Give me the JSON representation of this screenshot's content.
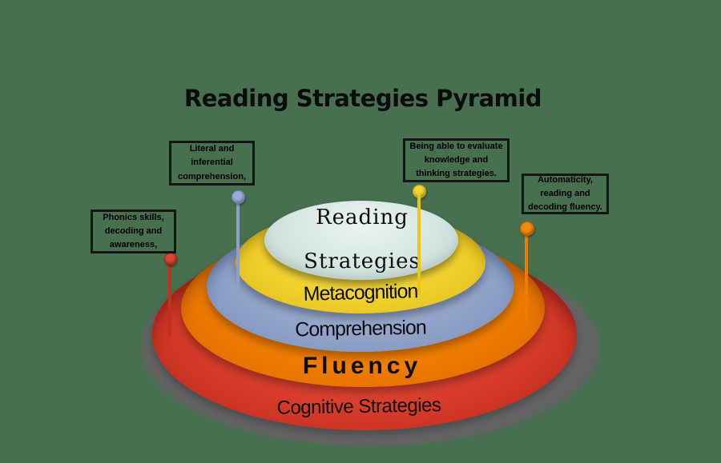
{
  "background_color": "#47704f",
  "title": "Reading Strategies Pyramid",
  "pyramid": {
    "shadow_color": "#686868",
    "layers": [
      {
        "id": "top",
        "label_line1": "Reading",
        "label_line2": "Strategies",
        "color": "#d5e6e2"
      },
      {
        "id": "metacognition",
        "label": "Metacognition",
        "color": "#f1d22e"
      },
      {
        "id": "comprehension",
        "label": "Comprehension",
        "color": "#93a6cb"
      },
      {
        "id": "fluency",
        "label": "Fluency",
        "color": "#f47f02"
      },
      {
        "id": "cognitive",
        "label": "Cognitive Strategies",
        "color": "#e04431"
      }
    ]
  },
  "callouts": [
    {
      "id": "phonics",
      "lines": [
        "Phonics skills,",
        "decoding and",
        "awareness,"
      ],
      "pin_color": "#e04431",
      "points_to": "cognitive"
    },
    {
      "id": "literal",
      "lines": [
        "Literal and",
        "inferential",
        "comprehension,"
      ],
      "pin_color": "#9bade0",
      "points_to": "comprehension"
    },
    {
      "id": "evaluate",
      "lines": [
        "Being able to evaluate",
        "knowledge and",
        "thinking strategies."
      ],
      "pin_color": "#f5d333",
      "points_to": "metacognition"
    },
    {
      "id": "automaticity",
      "lines": [
        "Automaticity,",
        "reading and",
        "decoding  fluency."
      ],
      "pin_color": "#f58a10",
      "points_to": "fluency"
    }
  ]
}
